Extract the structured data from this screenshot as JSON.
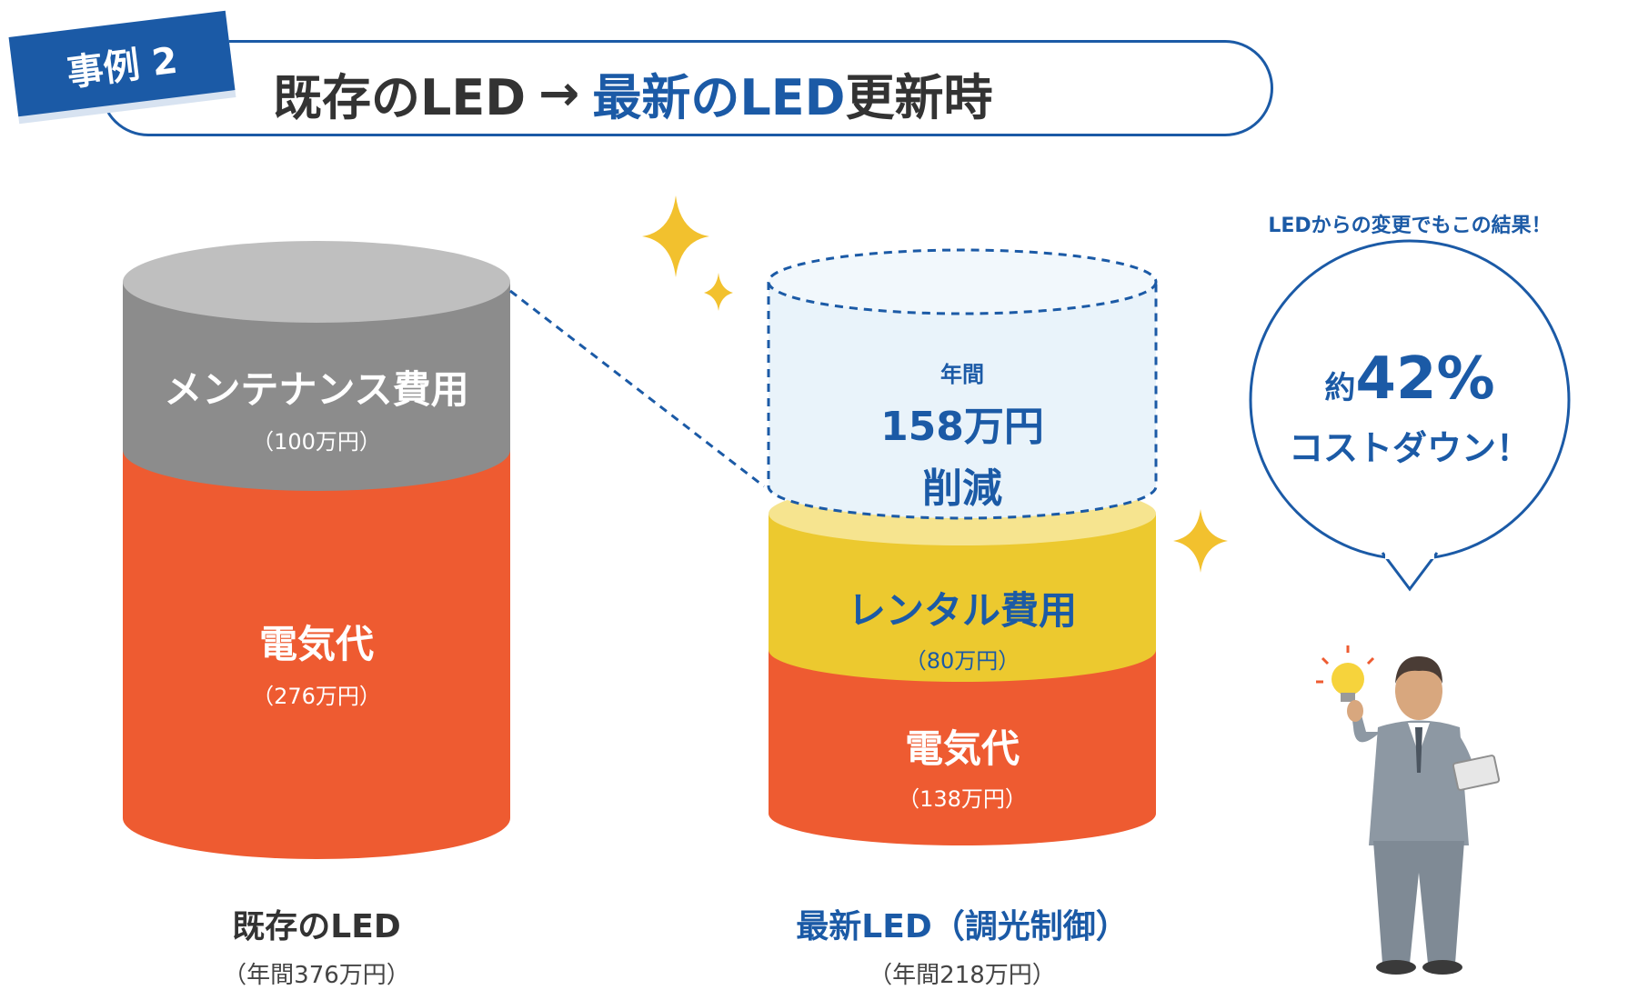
{
  "header": {
    "case_label": "事例 2",
    "title_existing": "既存のLED",
    "title_arrow": "→",
    "title_new_part": "最新のLED",
    "title_tail": "更新時"
  },
  "existing": {
    "maintenance_label": "メンテナンス費用",
    "maintenance_value": "（100万円）",
    "electricity_label": "電気代",
    "electricity_value": "（276万円）",
    "caption": "既存のLED",
    "caption_sub": "（年間376万円）"
  },
  "new": {
    "savings_prefix": "年間",
    "savings_amount": "158万円",
    "savings_suffix": "削減",
    "rental_label": "レンタル費用",
    "rental_value": "（80万円）",
    "electricity_label": "電気代",
    "electricity_value": "（138万円）",
    "caption": "最新LED（調光制御）",
    "caption_sub": "（年間218万円）"
  },
  "bubble": {
    "arc_text": "LEDからの変更でもこの結果！",
    "prefix": "約",
    "percent": "42%",
    "line2": "コストダウン！"
  },
  "colors": {
    "brand_blue": "#1b5aa6",
    "maintenance_gray": "#8c8c8c",
    "electricity_orange": "#ee5b31",
    "rental_yellow": "#ecc92f",
    "savings_fill": "#e9f3fa"
  },
  "icons": [
    "sparkle-icon",
    "businessman-illustration",
    "lightbulb-icon"
  ]
}
